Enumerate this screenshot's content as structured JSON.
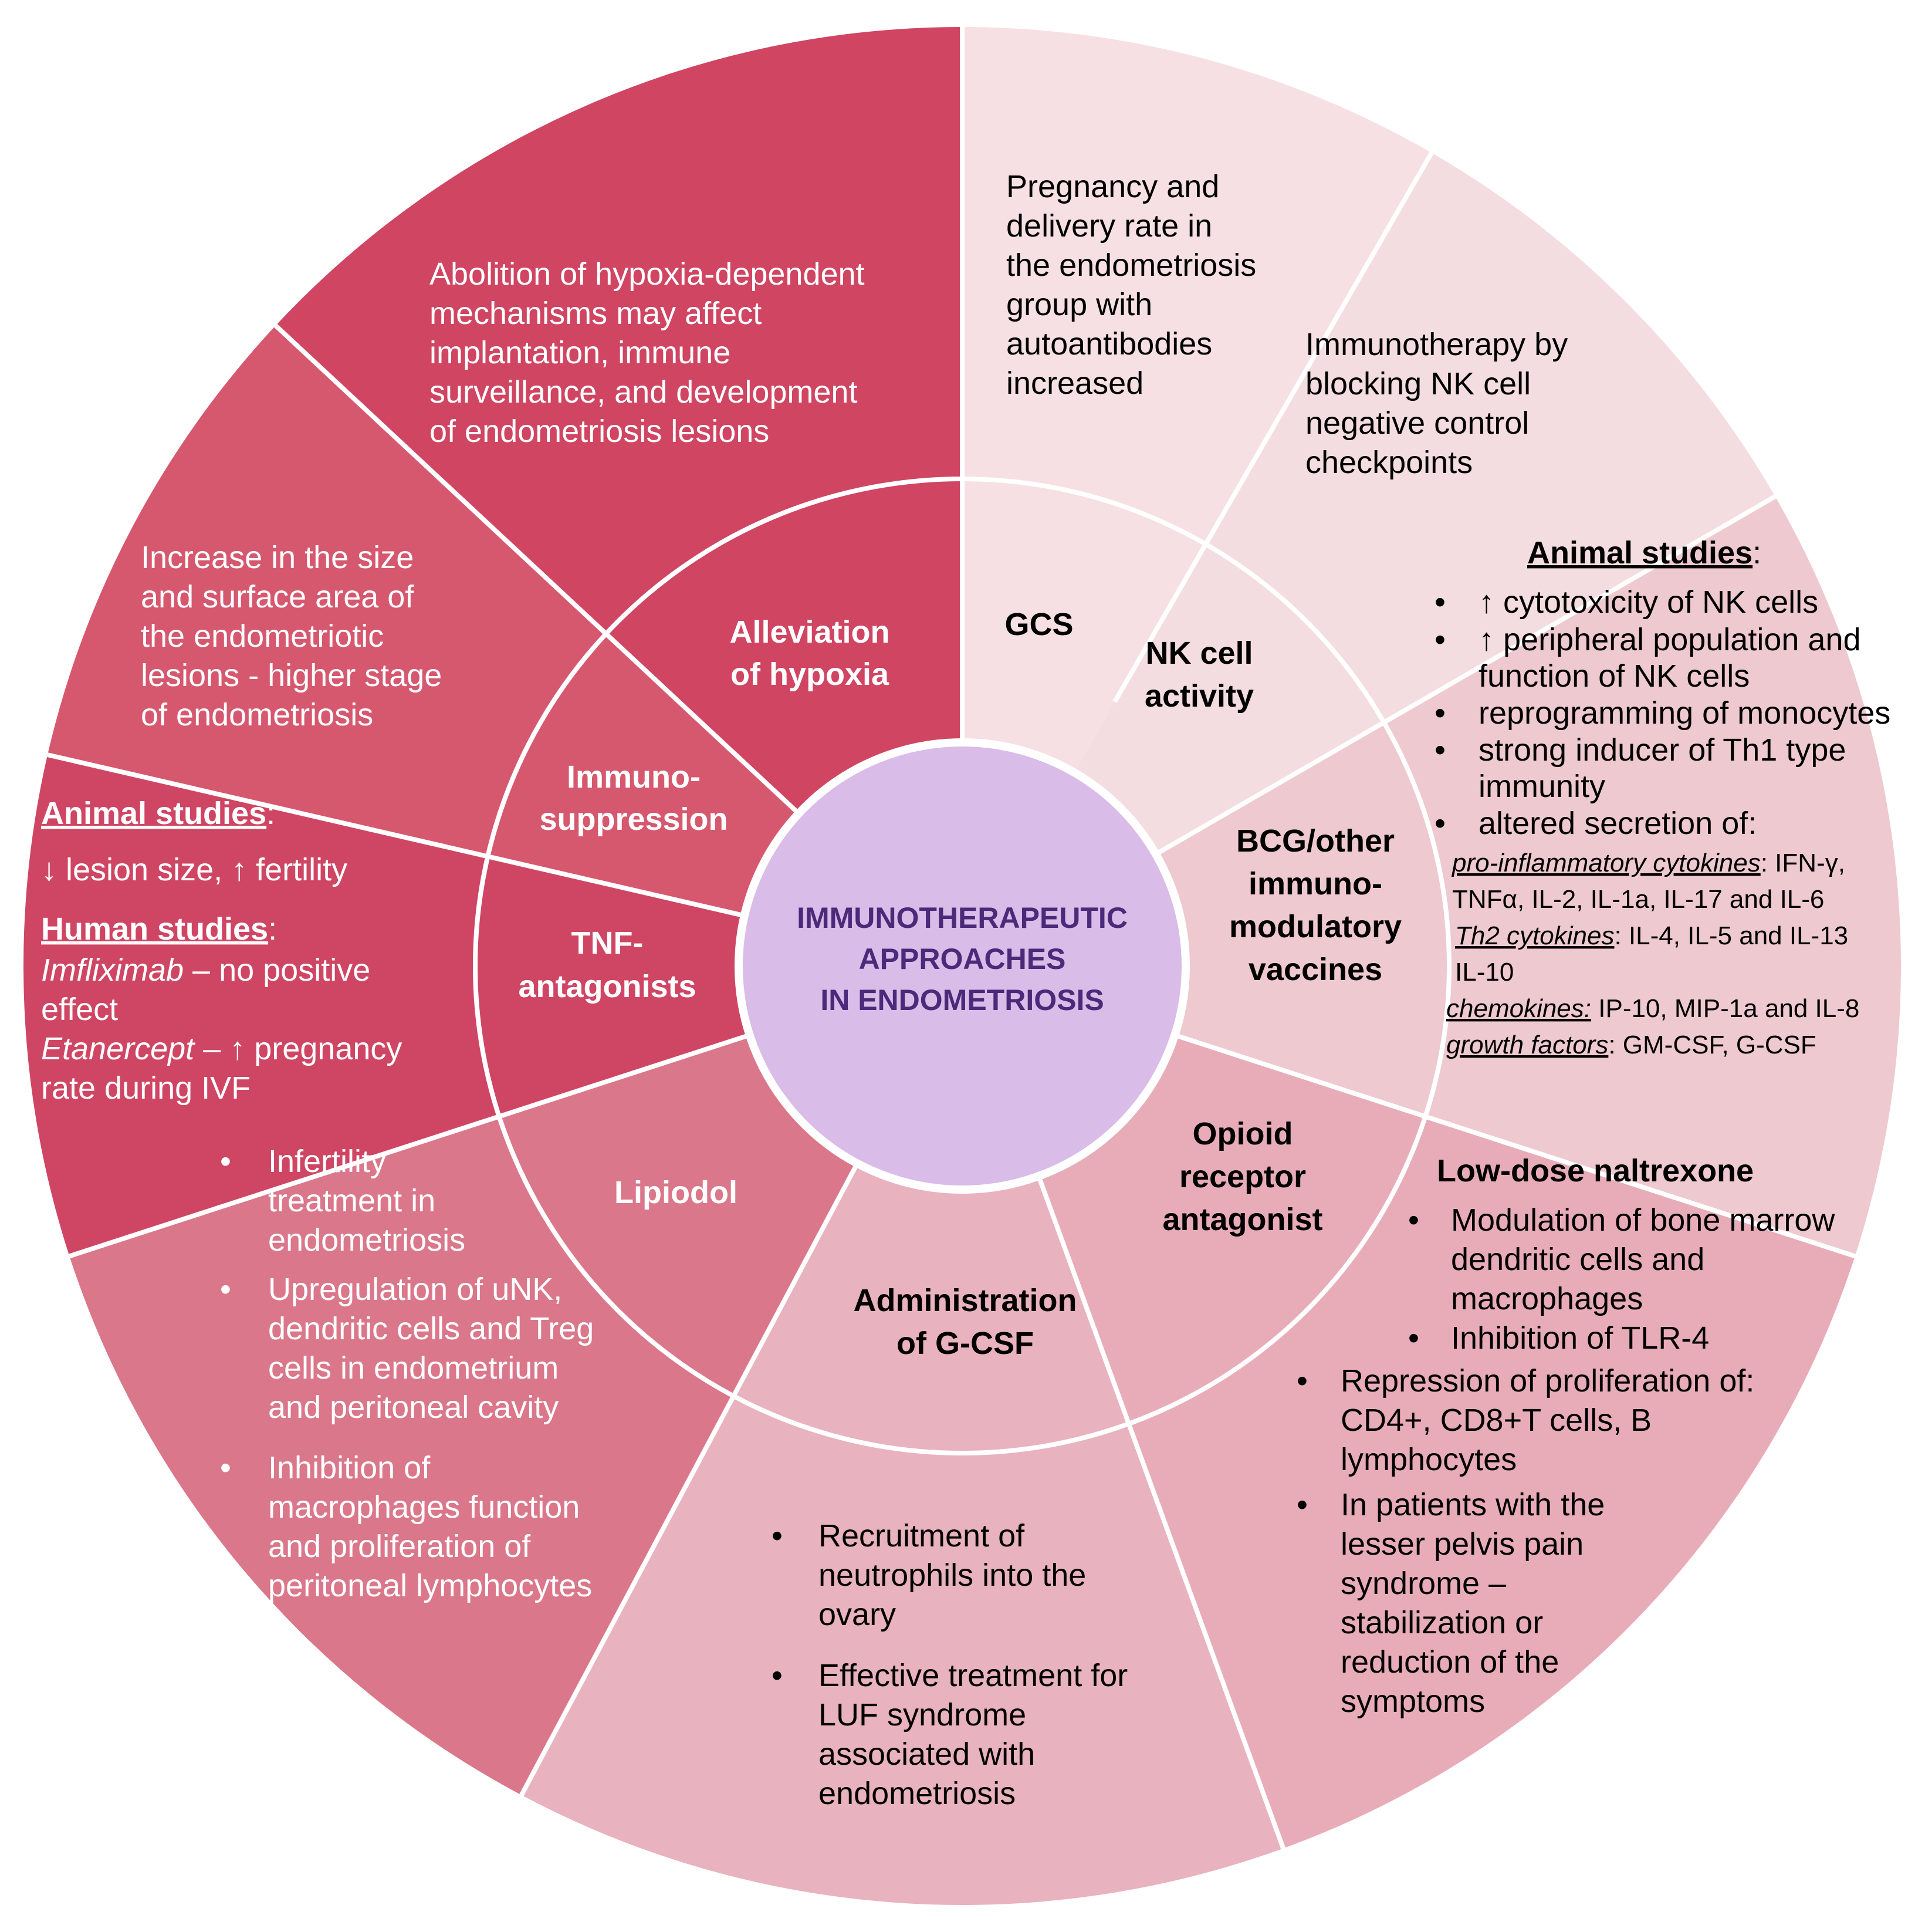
{
  "colors": {
    "hypoxia": "#cf4562",
    "hypoxia_inner": "#cf4562",
    "gcs": "#f6e0e4",
    "nk": "#f4dde1",
    "bcg": "#eec9d0",
    "opioid": "#e8acb9",
    "gcsf": "#e8b2be",
    "lipiodol": "#da778a",
    "tnf": "#cf4664",
    "immuno": "#d6586f",
    "center": "#d9bce8",
    "center_border": "#ffffff",
    "center_text": "#4b2a7a",
    "divider": "#ffffff"
  },
  "center": {
    "title": [
      "IMMUNOTHERAPEUTIC",
      "APPROACHES",
      "IN ENDOMETRIOSIS"
    ]
  },
  "sectors": {
    "hypoxia": {
      "label": [
        "Alleviation",
        "of hypoxia"
      ],
      "text": [
        "Abolition of hypoxia-dependent",
        "mechanisms may affect",
        "implantation, immune",
        "surveillance, and development",
        "of endometriosis lesions"
      ]
    },
    "gcs": {
      "label": [
        "GCS"
      ],
      "text": [
        "Pregnancy and",
        "delivery rate in",
        "the endometriosis",
        "group with",
        "autoantibodies",
        "increased"
      ]
    },
    "nk": {
      "label": [
        "NK cell",
        "activity"
      ],
      "text": [
        "Immunotherapy by",
        "blocking NK cell",
        "negative control",
        "checkpoints"
      ]
    },
    "bcg": {
      "label": [
        "BCG/other",
        "immuno-",
        "modulatory",
        "vaccines"
      ],
      "heading": "Animal studies",
      "heading_suffix": ":",
      "bullets": [
        "↑ cytotoxicity of NK cells",
        "↑ peripheral population and",
        "function of NK cells",
        "reprogramming of monocytes",
        "strong inducer of Th1 type",
        "immunity",
        "altered secretion of:"
      ],
      "cytokines": [
        {
          "term": "pro-inflammatory cytokines",
          "rest": ": IFN-γ,"
        },
        {
          "term": "",
          "rest": "TNFα,  IL-2,  IL-1a,  IL-17 and IL-6"
        },
        {
          "term": "Th2 cytokines",
          "rest": ": IL-4, IL-5 and IL-13"
        },
        {
          "term": "",
          "rest": "IL-10"
        },
        {
          "term": "chemokines:",
          "rest": " IP-10, MIP-1a and IL-8"
        },
        {
          "term": "growth factors",
          "rest": ": GM-CSF,  G-CSF"
        }
      ]
    },
    "opioid": {
      "label": [
        "Opioid",
        "receptor",
        "antagonist"
      ],
      "heading": "Low-dose naltrexone",
      "sub_bullets": [
        "Modulation of bone marrow",
        "dendritic cells and",
        "macrophages",
        "Inhibition of TLR-4"
      ],
      "bullets": [
        "Repression of proliferation of:",
        "CD4+, CD8+T cells, B",
        "lymphocytes",
        "In patients with the",
        "lesser pelvis pain",
        "syndrome –",
        "stabilization or",
        "reduction of the",
        "symptoms"
      ]
    },
    "gcsf": {
      "label": [
        "Administration",
        "of G-CSF"
      ],
      "bullets": [
        "Recruitment of",
        "neutrophils into the",
        "ovary",
        "Effective treatment for",
        "LUF syndrome",
        "associated with",
        "endometriosis"
      ]
    },
    "lipiodol": {
      "label": [
        "Lipiodol"
      ],
      "bullets": [
        "Infertility",
        "treatment in",
        "endometriosis",
        "Upregulation of uNK,",
        "dendritic cells and Treg",
        "cells in endometrium",
        "and peritoneal cavity",
        "Inhibition of",
        "macrophages function",
        "and proliferation of",
        "peritoneal lymphocytes"
      ]
    },
    "tnf": {
      "label": [
        "TNF-",
        "antagonists"
      ],
      "animal_heading": "Animal studies",
      "animal_suffix": ":",
      "animal_text": "↓ lesion size, ↑ fertility",
      "human_heading": "Human studies",
      "human_suffix": ":",
      "drug1": "Imfliximab",
      "drug1_text": " – no positive",
      "drug1_text2": "effect",
      "drug2": "Etanercept",
      "drug2_text": " – ↑ pregnancy",
      "drug2_text2": "rate during IVF"
    },
    "immuno": {
      "label": [
        "Immuno-",
        "suppression"
      ],
      "text": [
        "Increase in the size",
        "and surface area of",
        "the endometriotic",
        "lesions - higher stage",
        "of endometriosis"
      ]
    }
  },
  "bullet_glyph": "•"
}
